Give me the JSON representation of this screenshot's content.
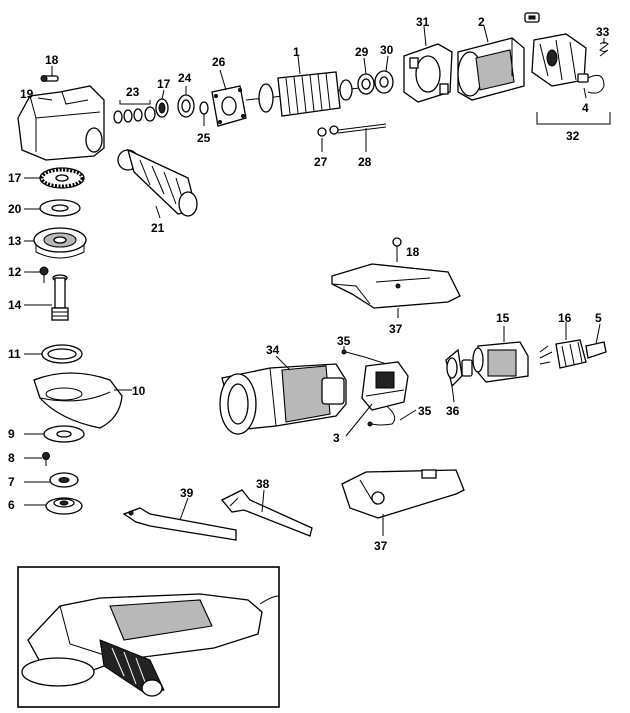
{
  "diagram": {
    "type": "exploded-parts-diagram",
    "callouts": [
      {
        "id": "c1",
        "label": "1"
      },
      {
        "id": "c2",
        "label": "2"
      },
      {
        "id": "c3",
        "label": "3"
      },
      {
        "id": "c4",
        "label": "4"
      },
      {
        "id": "c5",
        "label": "5"
      },
      {
        "id": "c6",
        "label": "6"
      },
      {
        "id": "c7",
        "label": "7"
      },
      {
        "id": "c8",
        "label": "8"
      },
      {
        "id": "c9",
        "label": "9"
      },
      {
        "id": "c10",
        "label": "10"
      },
      {
        "id": "c11",
        "label": "11"
      },
      {
        "id": "c12",
        "label": "12"
      },
      {
        "id": "c13",
        "label": "13"
      },
      {
        "id": "c14",
        "label": "14"
      },
      {
        "id": "c15",
        "label": "15"
      },
      {
        "id": "c16",
        "label": "16"
      },
      {
        "id": "c17",
        "label": "17"
      },
      {
        "id": "c17b",
        "label": "17"
      },
      {
        "id": "c18",
        "label": "18"
      },
      {
        "id": "c18b",
        "label": "18"
      },
      {
        "id": "c19",
        "label": "19"
      },
      {
        "id": "c20",
        "label": "20"
      },
      {
        "id": "c21",
        "label": "21"
      },
      {
        "id": "c23",
        "label": "23"
      },
      {
        "id": "c24",
        "label": "24"
      },
      {
        "id": "c25",
        "label": "25"
      },
      {
        "id": "c26",
        "label": "26"
      },
      {
        "id": "c27",
        "label": "27"
      },
      {
        "id": "c28",
        "label": "28"
      },
      {
        "id": "c29",
        "label": "29"
      },
      {
        "id": "c30",
        "label": "30"
      },
      {
        "id": "c31",
        "label": "31"
      },
      {
        "id": "c32",
        "label": "32"
      },
      {
        "id": "c33",
        "label": "33"
      },
      {
        "id": "c34",
        "label": "34"
      },
      {
        "id": "c35",
        "label": "35"
      },
      {
        "id": "c35b",
        "label": "35"
      },
      {
        "id": "c36",
        "label": "36"
      },
      {
        "id": "c37",
        "label": "37"
      },
      {
        "id": "c37b",
        "label": "37"
      },
      {
        "id": "c38",
        "label": "38"
      },
      {
        "id": "c39",
        "label": "39"
      }
    ]
  }
}
